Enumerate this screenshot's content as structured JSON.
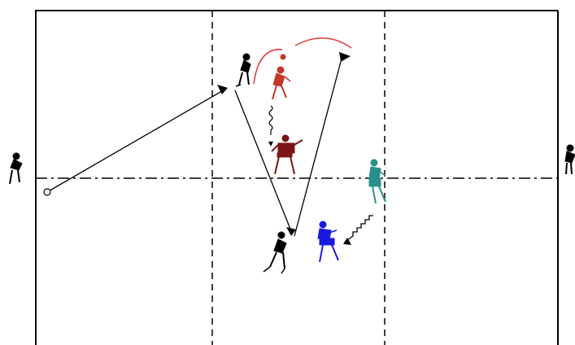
{
  "diagram": {
    "colors": {
      "background": "#ffffff",
      "border": "#000000",
      "zone_lines": "#000000",
      "pass_line": "#000000",
      "curve": "#e23a3a",
      "player_black": "#000000",
      "player_darkred": "#7a1616",
      "player_red": "#c0392b",
      "player_teal": "#2a8f8a",
      "player_blue": "#1a1adf"
    },
    "players": [
      {
        "id": "left-edge-player",
        "color_key": "player_black",
        "icon": "player-figure-icon"
      },
      {
        "id": "right-edge-player",
        "color_key": "player_black",
        "icon": "player-figure-icon"
      },
      {
        "id": "top-black-player",
        "color_key": "player_black",
        "icon": "player-figure-icon"
      },
      {
        "id": "red-player",
        "color_key": "player_red",
        "icon": "player-figure-icon"
      },
      {
        "id": "darkred-player",
        "color_key": "player_darkred",
        "icon": "player-figure-icon"
      },
      {
        "id": "teal-player",
        "color_key": "player_teal",
        "icon": "player-figure-icon"
      },
      {
        "id": "blue-player",
        "color_key": "player_blue",
        "icon": "player-figure-icon"
      },
      {
        "id": "bottom-black-player",
        "color_key": "player_black",
        "icon": "player-figure-icon"
      }
    ],
    "arrows": [
      {
        "id": "pass-1",
        "style": "straight",
        "color_key": "pass_line",
        "head": "triangle"
      },
      {
        "id": "pass-2",
        "style": "straight",
        "color_key": "pass_line",
        "head": "triangle"
      },
      {
        "id": "pass-3",
        "style": "straight",
        "color_key": "pass_line",
        "head": "triangle"
      },
      {
        "id": "run-red",
        "style": "wavy",
        "color_key": "pass_line"
      },
      {
        "id": "run-teal",
        "style": "zigzag",
        "color_key": "pass_line"
      },
      {
        "id": "curve-1",
        "style": "curve",
        "color_key": "curve"
      },
      {
        "id": "curve-2",
        "style": "curve",
        "color_key": "curve"
      }
    ]
  }
}
